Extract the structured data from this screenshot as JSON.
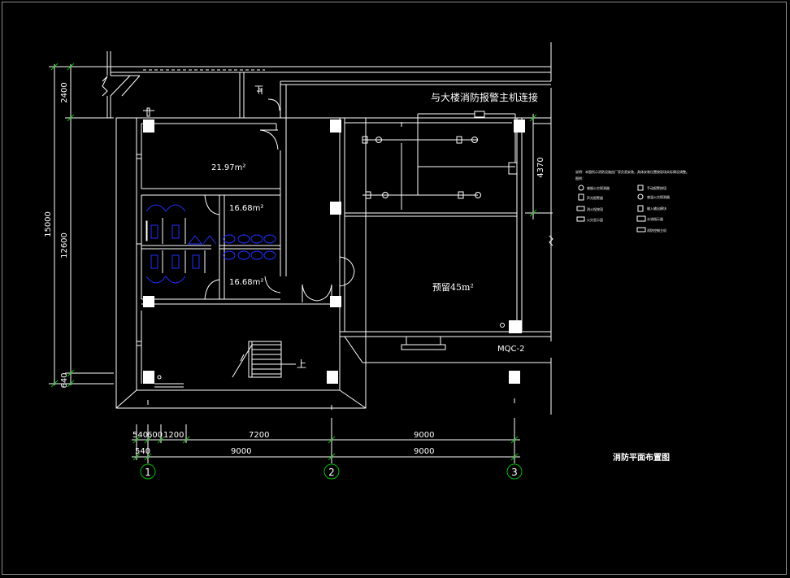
{
  "drawing": {
    "title": "消防平面布置图",
    "connection_note": "与大楼消防报警主机连接",
    "equipment_label": "MQC-2",
    "stair_label": "上",
    "door_label": "下"
  },
  "rooms": [
    {
      "label": "21.97m²"
    },
    {
      "label": "16.68m²"
    },
    {
      "label": "16.68m²"
    },
    {
      "label": "预留45m²"
    }
  ],
  "dimensions": {
    "vertical_total": "15000",
    "vertical_top": "2400",
    "vertical_mid": "12600",
    "vertical_bottom": "640",
    "right_vertical": "4370",
    "row1": [
      "540",
      "600",
      "1200",
      "7200",
      "9000"
    ],
    "row2": [
      "540",
      "9000",
      "9000"
    ]
  },
  "axes": [
    "1",
    "2",
    "3"
  ],
  "legend": {
    "note": "说明：本图所示消防设施由厂家负责安装，具体安装位置按现场实际情况调整。",
    "items": [
      {
        "symbol": "circle",
        "label": "感烟火灾探测器"
      },
      {
        "symbol": "box-x",
        "label": "手动报警按钮"
      },
      {
        "symbol": "box-i",
        "label": "声光报警器"
      },
      {
        "symbol": "circle-9",
        "label": "感温火灾探测器"
      },
      {
        "symbol": "rect",
        "label": "消火栓按钮"
      },
      {
        "symbol": "box-l",
        "label": "输入输出模块"
      },
      {
        "symbol": "rect-small",
        "label": "火灾显示盘"
      },
      {
        "symbol": "box-line",
        "label": "水流指示器"
      },
      {
        "symbol": "box-dash",
        "label": "消防控制主机"
      }
    ]
  },
  "colors": {
    "background": "#000000",
    "lines": "#ffffff",
    "axis_bubbles": "#00c000",
    "fixtures": "#2030ff"
  }
}
